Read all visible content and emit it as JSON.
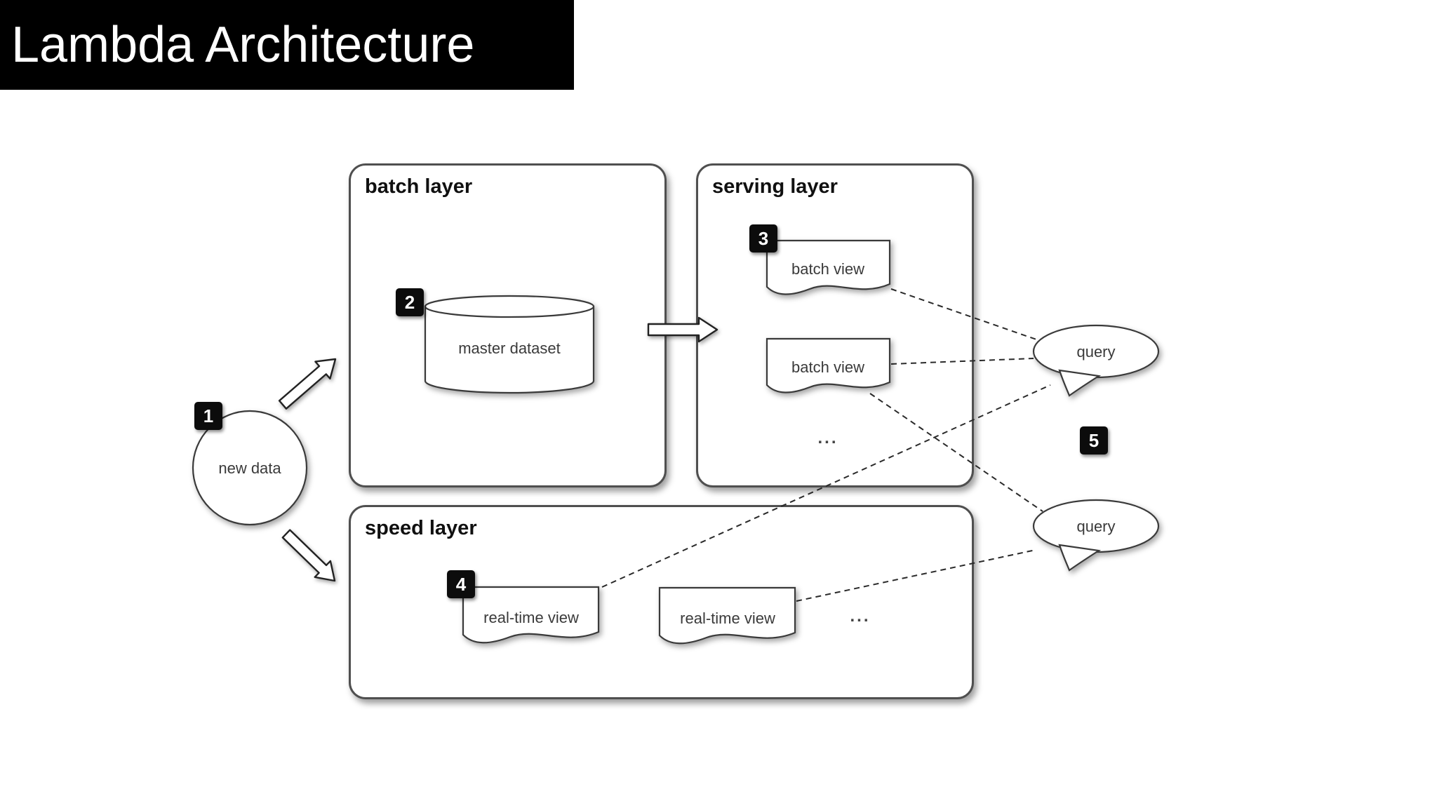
{
  "title": "Lambda Architecture",
  "layers": {
    "batch": {
      "label": "batch layer"
    },
    "serving": {
      "label": "serving layer"
    },
    "speed": {
      "label": "speed layer"
    }
  },
  "nodes": {
    "new_data": {
      "label": "new data"
    },
    "master_dataset": {
      "label": "master dataset"
    },
    "batch_view_1": {
      "label": "batch view"
    },
    "batch_view_2": {
      "label": "batch view"
    },
    "serving_ellipsis": {
      "label": "..."
    },
    "realtime_view_1": {
      "label": "real-time view"
    },
    "realtime_view_2": {
      "label": "real-time view"
    },
    "speed_ellipsis": {
      "label": "..."
    },
    "query_1": {
      "label": "query"
    },
    "query_2": {
      "label": "query"
    }
  },
  "badges": {
    "b1": "1",
    "b2": "2",
    "b3": "3",
    "b4": "4",
    "b5": "5"
  },
  "flows": [
    {
      "from": "new_data",
      "to": "batch_layer",
      "style": "solid-arrow"
    },
    {
      "from": "new_data",
      "to": "speed_layer",
      "style": "solid-arrow"
    },
    {
      "from": "batch_layer",
      "to": "serving_layer",
      "style": "solid-arrow"
    }
  ],
  "connections": [
    {
      "from": "batch_view_1",
      "to": "query_1",
      "style": "dashed"
    },
    {
      "from": "batch_view_2",
      "to": "query_1",
      "style": "dashed"
    },
    {
      "from": "batch_view_2",
      "to": "query_2",
      "style": "dashed"
    },
    {
      "from": "realtime_view_1",
      "to": "query_1",
      "style": "dashed"
    },
    {
      "from": "realtime_view_2",
      "to": "query_2",
      "style": "dashed"
    }
  ],
  "colors": {
    "title_bg": "#000000",
    "title_fg": "#ffffff",
    "box_border": "#4f4f4f",
    "shape_stroke": "#3a3a3a",
    "label_text": "#3a3a3a",
    "badge_bg": "#0c0c0c",
    "dashed_line": "#2a2a2a",
    "background": "#ffffff"
  }
}
